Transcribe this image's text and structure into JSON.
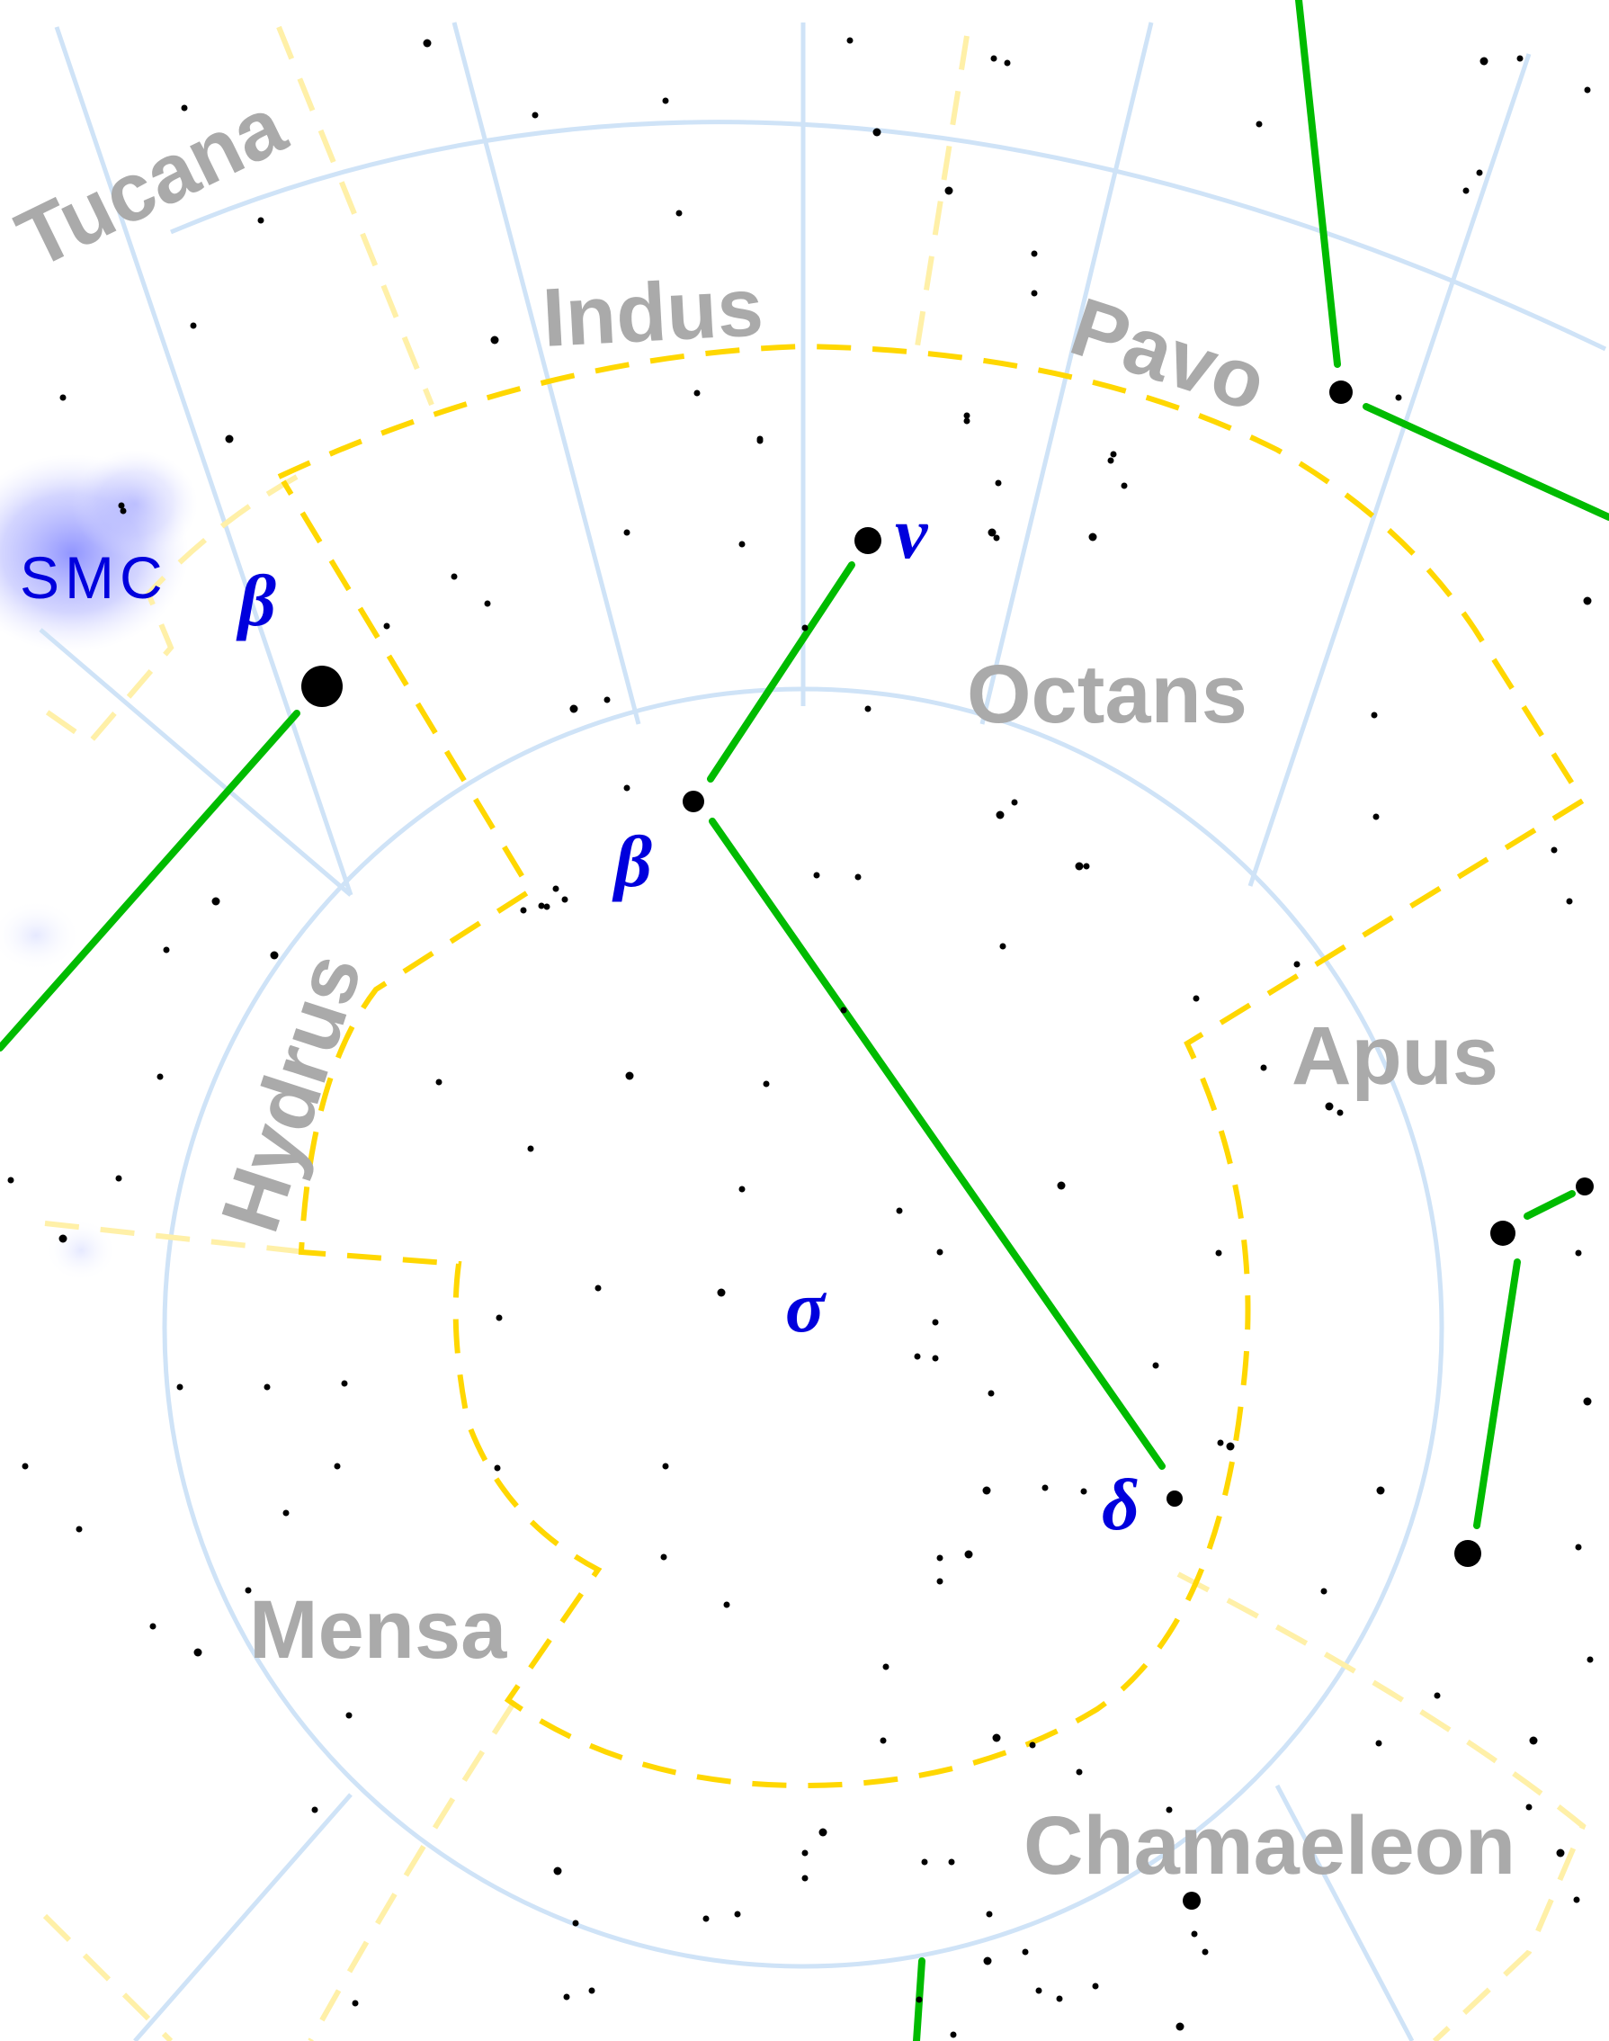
{
  "colors": {
    "background": "#ffffff",
    "grid_lines": "#cfe3f7",
    "octans_boundary": "#ffd700",
    "other_boundaries": "#fff0a8",
    "constellation_lines": "#00bb00",
    "star_labels": "#0000dd",
    "constellation_labels": "#aaaaaa",
    "smc_glow": "#9aa0ff",
    "stars": "#000000"
  },
  "constellations": {
    "tucana": "Tucana",
    "indus": "Indus",
    "pavo": "Pavo",
    "octans": "Octans",
    "apus": "Apus",
    "hydrus": "Hydrus",
    "mensa": "Mensa",
    "chamaeleon": "Chamaeleon"
  },
  "deep_sky": {
    "smc": "SMC"
  },
  "star_labels": {
    "beta_octantis": "β",
    "nu_octantis": "ν",
    "delta_octantis": "δ",
    "sigma_octantis": "σ",
    "beta_hydri": "β"
  }
}
